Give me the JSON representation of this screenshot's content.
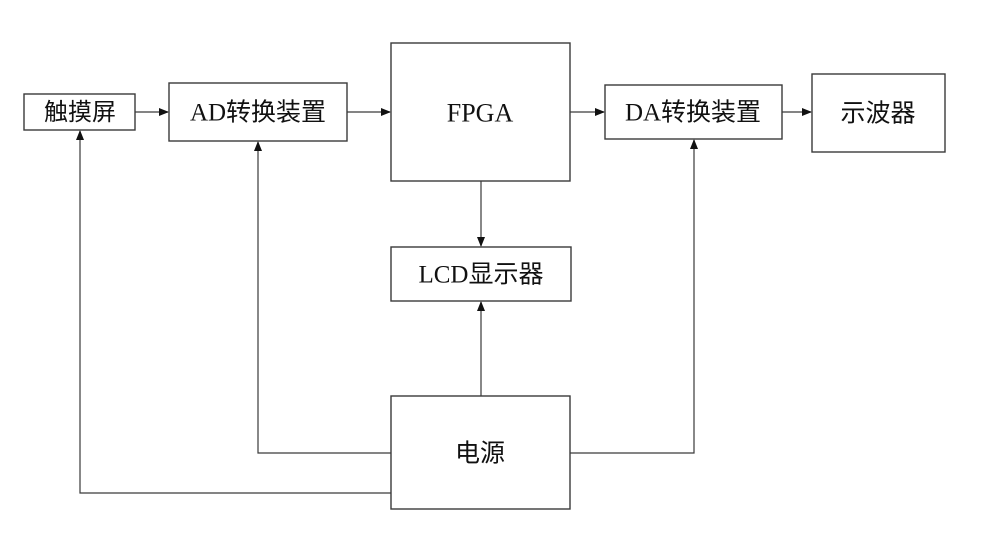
{
  "diagram": {
    "type": "block-diagram",
    "blocks": {
      "touchscreen": {
        "label": "触摸屏"
      },
      "ad_converter": {
        "label": "AD转换装置"
      },
      "fpga": {
        "label": "FPGA"
      },
      "da_converter": {
        "label": "DA转换装置"
      },
      "oscilloscope": {
        "label": "示波器"
      },
      "lcd_display": {
        "label": "LCD显示器"
      },
      "power_supply": {
        "label": "电源"
      }
    },
    "connections": [
      {
        "from": "touchscreen",
        "to": "ad_converter"
      },
      {
        "from": "ad_converter",
        "to": "fpga"
      },
      {
        "from": "fpga",
        "to": "da_converter"
      },
      {
        "from": "da_converter",
        "to": "oscilloscope"
      },
      {
        "from": "fpga",
        "to": "lcd_display"
      },
      {
        "from": "power_supply",
        "to": "lcd_display"
      },
      {
        "from": "power_supply",
        "to": "ad_converter"
      },
      {
        "from": "power_supply",
        "to": "touchscreen"
      },
      {
        "from": "power_supply",
        "to": "da_converter"
      }
    ]
  }
}
